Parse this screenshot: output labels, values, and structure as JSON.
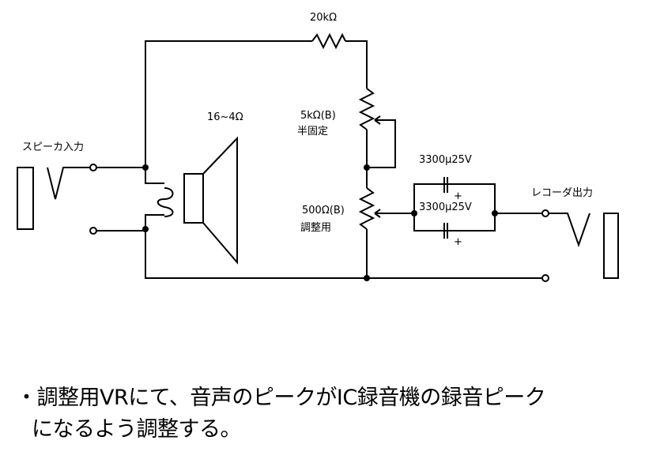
{
  "labels": {
    "r_top": "20kΩ",
    "vr_top": "5kΩ(B)",
    "vr_top_sub": "半固定",
    "speaker": "16~4Ω",
    "input": "スピーカ入力",
    "cap_top": "3300μ25V",
    "cap_bottom": "3300μ25V",
    "output": "レコーダ出力",
    "vr_bottom": "500Ω(B)",
    "vr_bottom_sub": "調整用",
    "plus_top": "+",
    "plus_bottom": "+"
  },
  "note": {
    "line1": "・調整用VRにて、音声のピークがIC録音機の録音ピーク",
    "line2": "になるよう調整する。"
  }
}
